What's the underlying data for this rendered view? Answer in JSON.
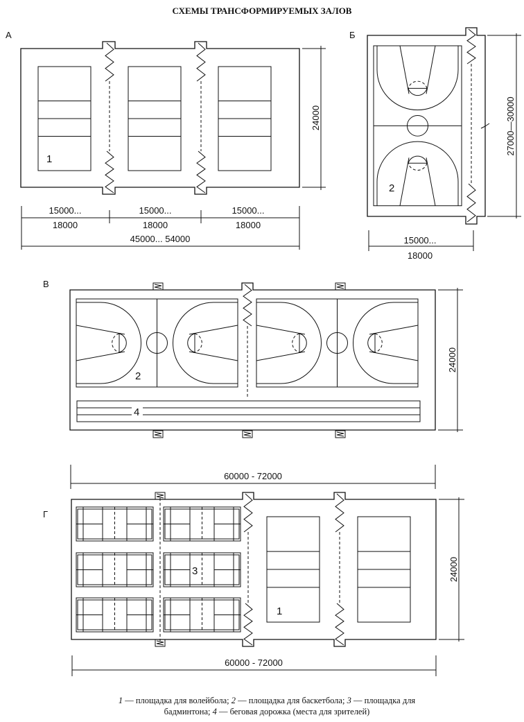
{
  "title": "СХЕМЫ ТРАНСФОРМИРУЕМЫХ ЗАЛОВ",
  "schemes": {
    "a": {
      "label": "А",
      "court_number": "1",
      "height": "24000",
      "bay_top": "15000...",
      "bay_bottom": "18000",
      "total": "45000... 54000"
    },
    "b": {
      "label": "Б",
      "court_number": "2",
      "height": "27000—30000",
      "width_top": "15000...",
      "width_bottom": "18000"
    },
    "v": {
      "label": "В",
      "court_number": "2",
      "track_number": "4",
      "height": "24000",
      "total": "60000 - 72000"
    },
    "g": {
      "label": "Г",
      "badminton_number": "3",
      "volley_number": "1",
      "height": "24000",
      "total": "60000 - 72000"
    }
  },
  "legend": [
    {
      "num": "1",
      "text": "площадка для волейбола;"
    },
    {
      "num": "2",
      "text": "площадка для баскетбола;"
    },
    {
      "num": "3",
      "text": "площадка для бадминтона;"
    },
    {
      "num": "4",
      "text": "беговая дорожка (места для зрителей)"
    }
  ]
}
